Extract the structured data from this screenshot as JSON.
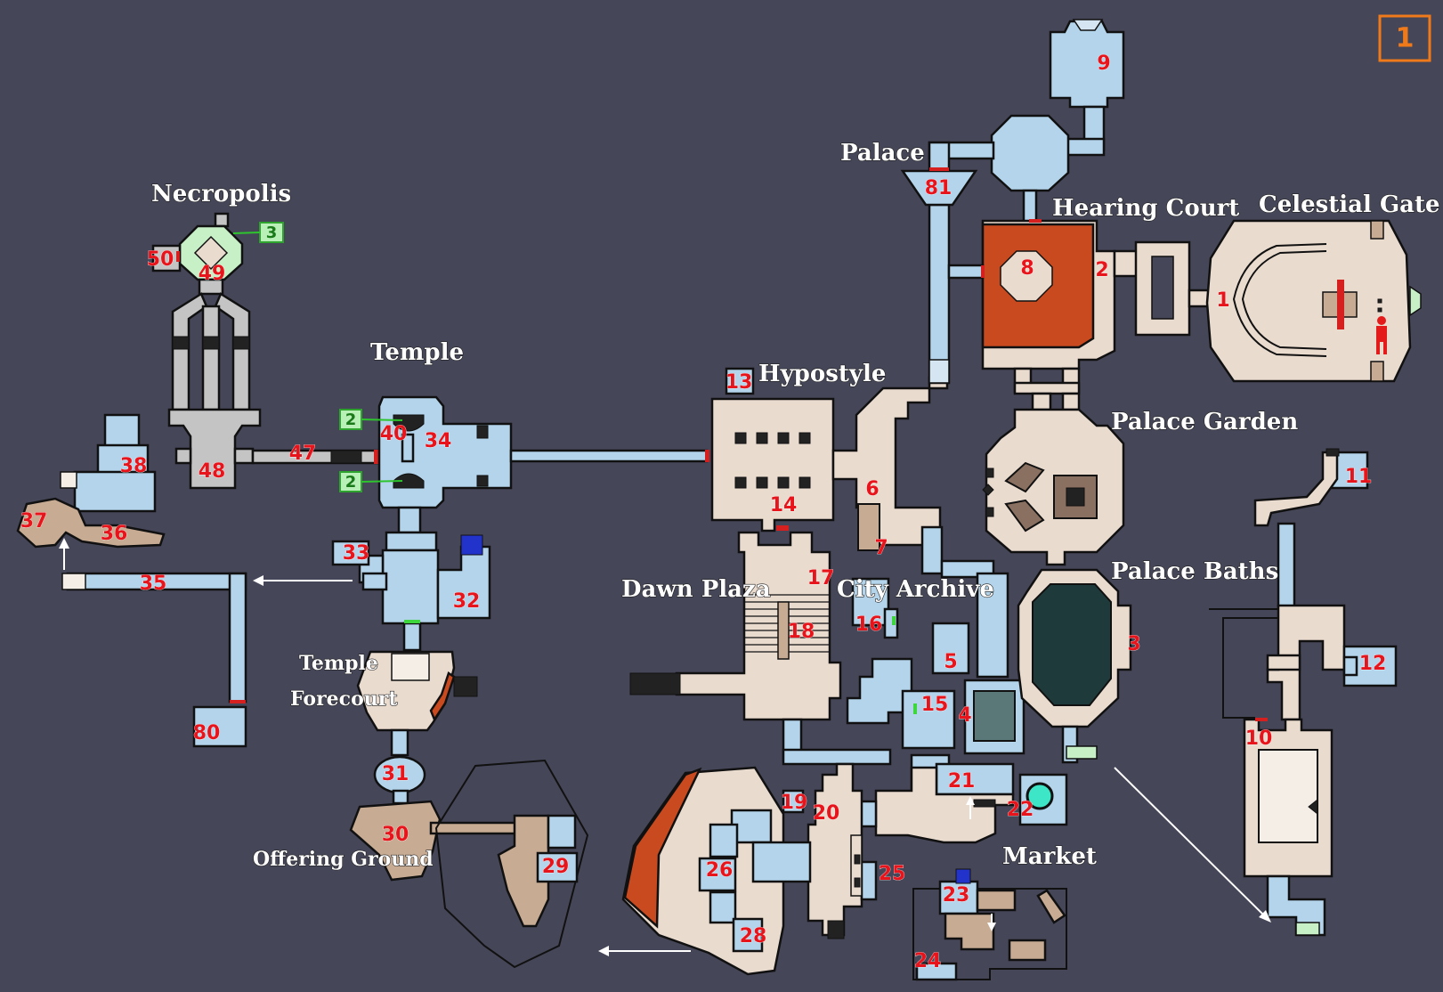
{
  "map": {
    "level_badge": "1",
    "areas": {
      "necropolis": "Necropolis",
      "temple": "Temple",
      "temple_forecourt_line1": "Temple",
      "temple_forecourt_line2": "Forecourt",
      "offering_ground": "Offering Ground",
      "dawn_plaza": "Dawn Plaza",
      "hypostyle": "Hypostyle",
      "city_archive": "City Archive",
      "palace": "Palace",
      "hearing_court": "Hearing Court",
      "celestial_gate": "Celestial Gate",
      "palace_garden": "Palace Garden",
      "palace_baths": "Palace Baths",
      "market": "Market"
    },
    "markers": {
      "m3": "3",
      "m2a": "2",
      "m2b": "2"
    },
    "rooms": {
      "r1": "1",
      "r2": "2",
      "r3": "3",
      "r4": "4",
      "r5": "5",
      "r6": "6",
      "r7": "7",
      "r8": "8",
      "r9": "9",
      "r10": "10",
      "r11": "11",
      "r12": "12",
      "r13": "13",
      "r14": "14",
      "r15": "15",
      "r16": "16",
      "r17": "17",
      "r18": "18",
      "r19": "19",
      "r20": "20",
      "r21": "21",
      "r22": "22",
      "r23": "23",
      "r24": "24",
      "r25": "25",
      "r26": "26",
      "r28": "28",
      "r29": "29",
      "r30": "30",
      "r31": "31",
      "r32": "32",
      "r33": "33",
      "r34": "34",
      "r35": "35",
      "r36": "36",
      "r37": "37",
      "r38": "38",
      "r40": "40",
      "r47": "47",
      "r48": "48",
      "r49": "49",
      "r50": "50",
      "r80": "80",
      "r81": "81"
    }
  }
}
